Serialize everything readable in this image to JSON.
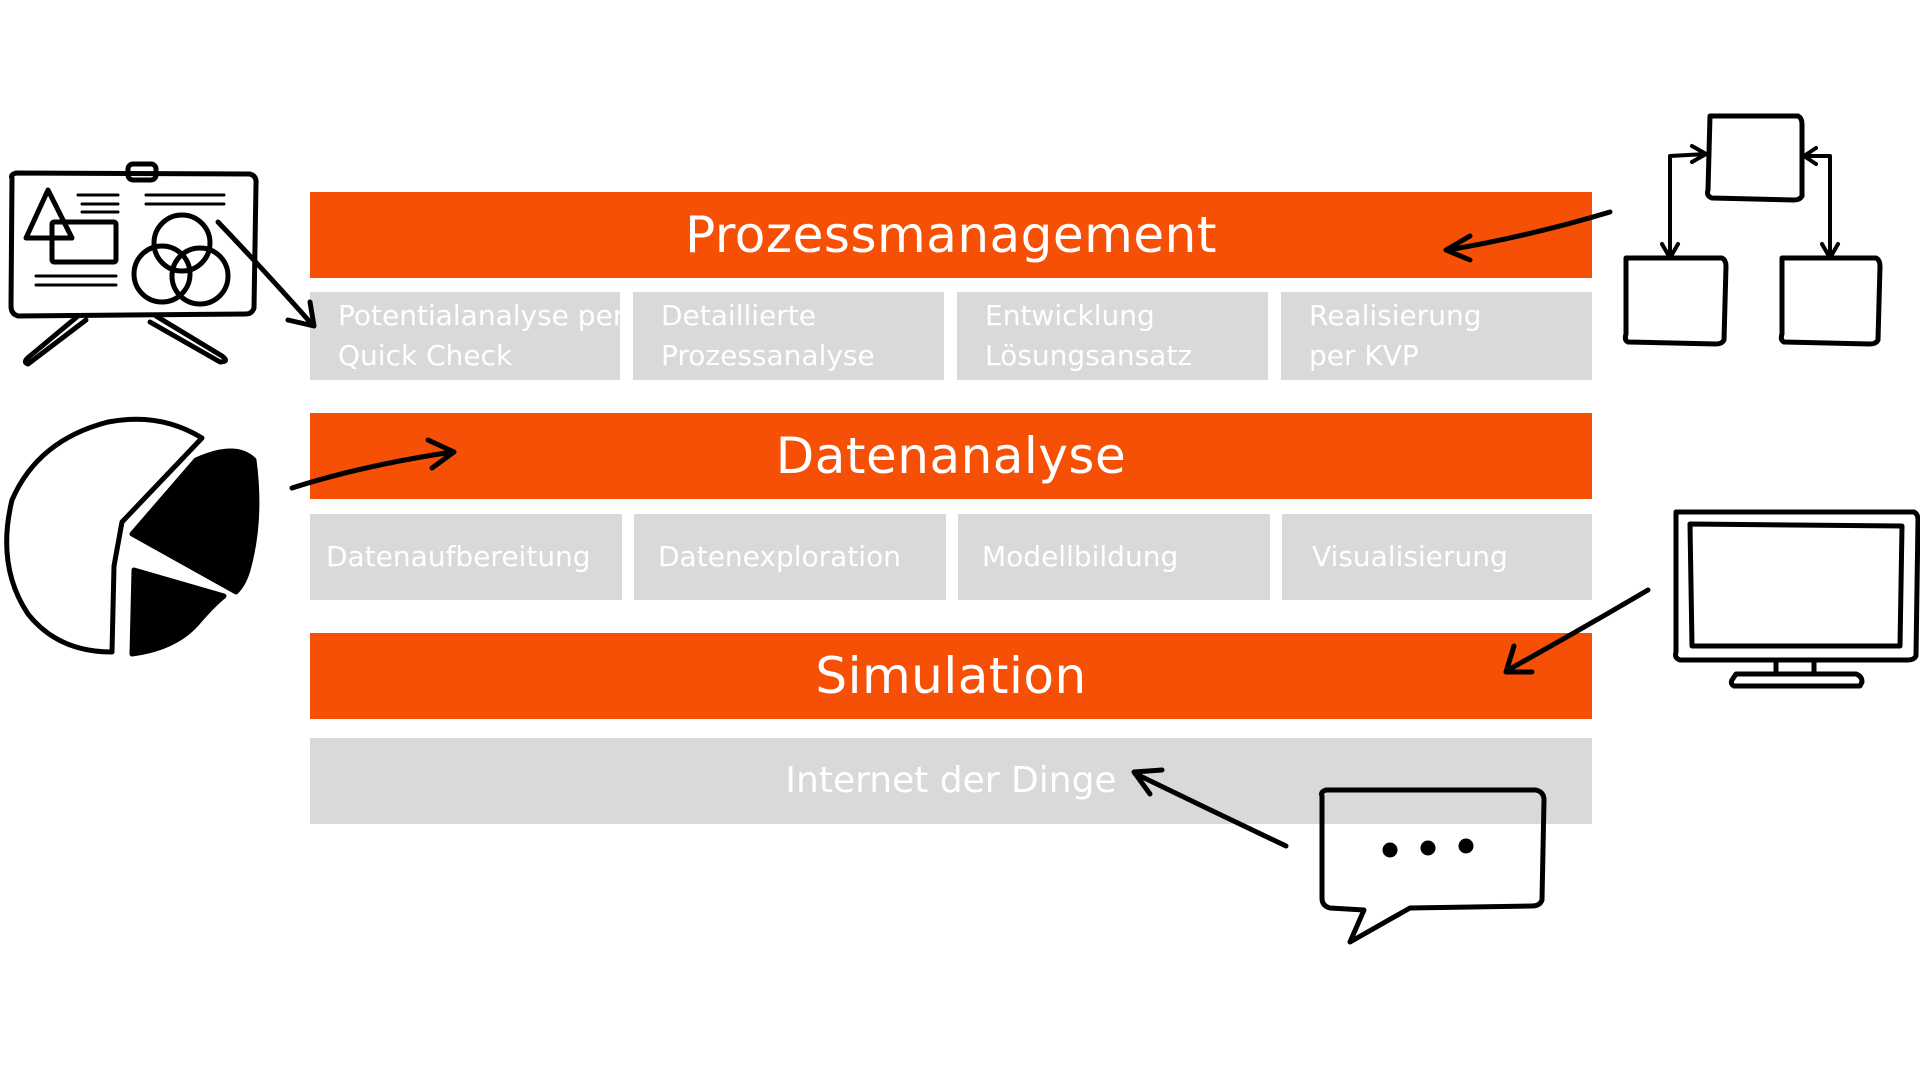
{
  "sections": {
    "prozess": {
      "title": "Prozessmanagement",
      "items": [
        {
          "line1": "Potentialanalyse per",
          "line2": "Quick Check"
        },
        {
          "line1": "Detaillierte",
          "line2": "Prozessanalyse"
        },
        {
          "line1": "Entwicklung",
          "line2": "Lösungsansatz"
        },
        {
          "line1": "Realisierung",
          "line2": "per KVP"
        }
      ]
    },
    "daten": {
      "title": "Datenanalyse",
      "items": [
        "Datenaufbereitung",
        "Datenexploration",
        "Modellbildung",
        "Visualisierung"
      ]
    },
    "simulation": {
      "title": "Simulation"
    },
    "iot": {
      "label": "Internet der Dinge"
    }
  },
  "colors": {
    "accent": "#f55005",
    "box": "#d9d9d9",
    "text_on_color": "#ffffff",
    "ink": "#000000"
  },
  "icons": [
    "presentation-board-icon",
    "flowchart-icon",
    "pie-chart-icon",
    "monitor-icon",
    "speech-bubble-icon"
  ]
}
